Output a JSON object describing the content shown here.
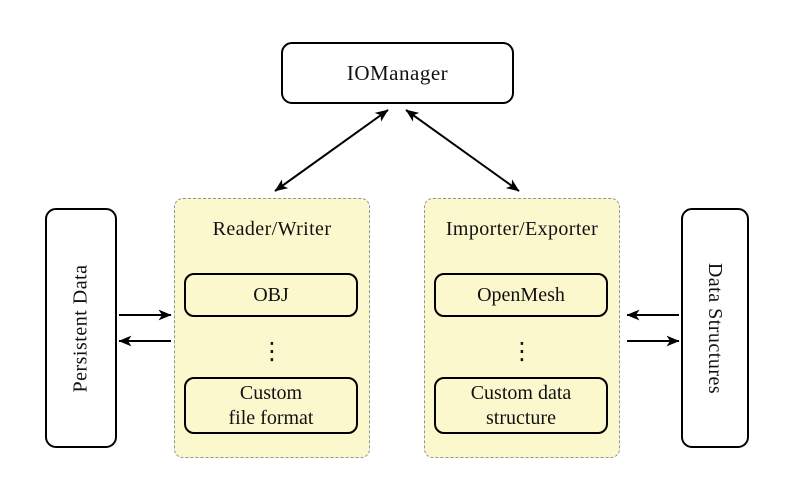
{
  "colors": {
    "canvas-bg": "#ffffff",
    "panel-fill": "#fbf8ce",
    "panel-border": "#949494",
    "node-border": "#000000",
    "node-fill": "#ffffff",
    "arrow-color": "#000000"
  },
  "diagram": {
    "root": {
      "label": "IOManager"
    },
    "left_store": {
      "label": "Persistent Data"
    },
    "right_store": {
      "label": "Data Structures"
    },
    "panels": [
      {
        "title": "Reader/Writer",
        "ellipsis": "⋮",
        "top_item": {
          "lines": [
            "OBJ"
          ]
        },
        "bottom_item": {
          "lines": [
            "Custom",
            "file format"
          ]
        }
      },
      {
        "title": "Importer/Exporter",
        "ellipsis": "⋮",
        "top_item": {
          "lines": [
            "OpenMesh"
          ]
        },
        "bottom_item": {
          "lines": [
            "Custom data",
            "structure"
          ]
        }
      }
    ],
    "connections": [
      "IOManager <-> Reader/Writer",
      "IOManager <-> Importer/Exporter",
      "Persistent Data -> Reader/Writer",
      "Reader/Writer -> Persistent Data",
      "Data Structures -> Importer/Exporter",
      "Importer/Exporter -> Data Structures"
    ]
  }
}
